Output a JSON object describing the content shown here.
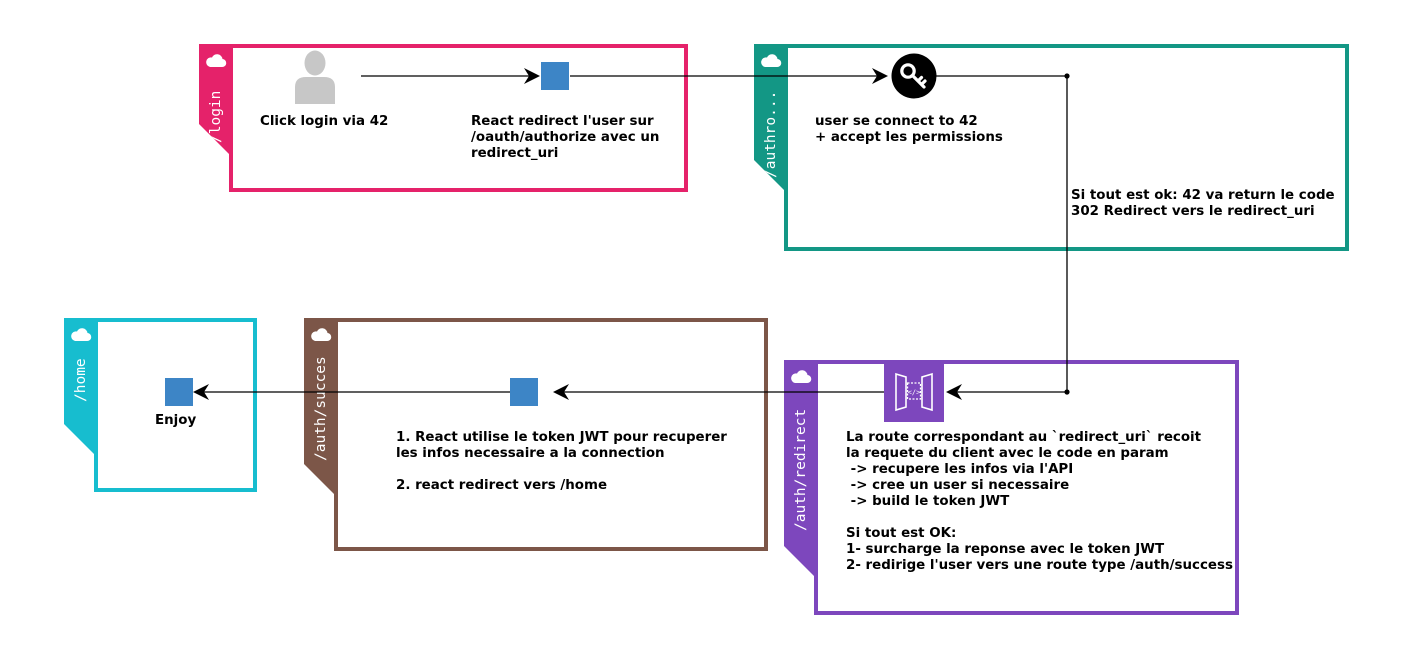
{
  "colors": {
    "login": "#e5226a",
    "authorize": "#139785",
    "redirect": "#7d47bd",
    "success": "#7c5648",
    "home": "#17bdcf",
    "step_square": "#3d85c6"
  },
  "icons": {
    "cloud": "cloud-icon",
    "user": "user-icon",
    "key": "key-icon",
    "api_gateway": "api-gateway-icon"
  },
  "groups": {
    "login": {
      "label": "/login"
    },
    "authorize": {
      "label": "/authro..."
    },
    "redirect": {
      "label": "/auth/redirect"
    },
    "success": {
      "label": "/auth/succes"
    },
    "home": {
      "label": "/home"
    }
  },
  "nodes": {
    "click_login": "Click login via 42",
    "react_redirect": "React redirect l'user sur\n/oauth/authorize avec un\nredirect_uri",
    "user_connect": "user se connect to 42\n+ accept les permissions",
    "return_code": "Si tout est ok: 42 va return le code\n302 Redirect vers le redirect_uri",
    "route_handler": "La route correspondant au `redirect_uri` recoit\nla requete du client avec le code en param\n -> recupere les infos via l'API\n -> cree un user si necessaire\n -> build le token JWT\n\nSi tout est OK:\n1- surcharge la reponse avec le token JWT\n2- redirige l'user vers une route type /auth/success",
    "react_use_token": "1. React utilise le token JWT pour recuperer\nles infos necessaire a la connection\n\n2. react redirect vers /home",
    "enjoy": "Enjoy"
  }
}
